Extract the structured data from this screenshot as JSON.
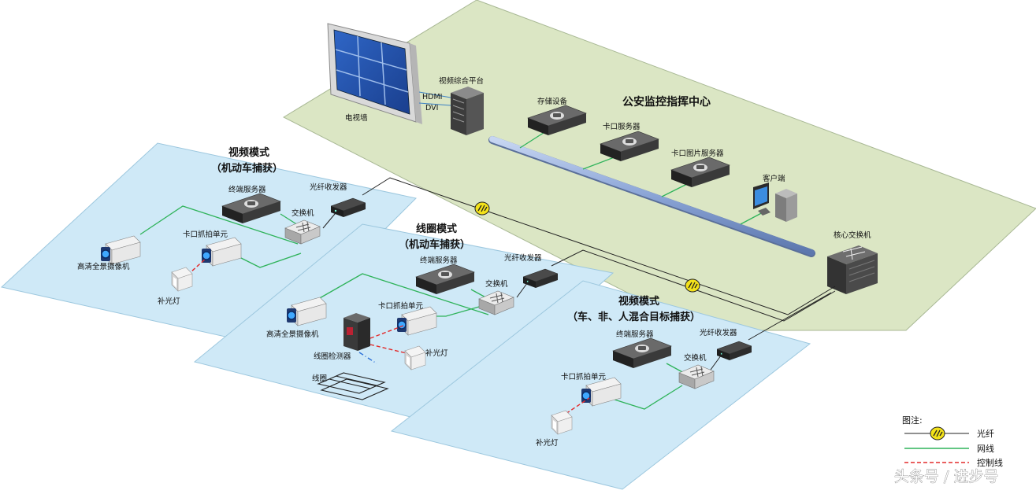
{
  "center": {
    "title": "公安监控指挥中心",
    "tv_wall": "电视墙",
    "video_platform": "视频综合平台",
    "hdmi": "HDMI",
    "dvi": "DVI",
    "storage": "存储设备",
    "checkpoint_server": "卡口服务器",
    "image_server": "卡口图片服务器",
    "client": "客户端",
    "core_switch": "核心交换机"
  },
  "zone_left": {
    "title": "视频模式",
    "subtitle": "（机动车捕获）",
    "terminal_server": "终端服务器",
    "transceiver": "光纤收发器",
    "switch": "交换机",
    "capture_unit": "卡口抓拍单元",
    "pano_camera": "高清全景摄像机",
    "fill_light": "补光灯"
  },
  "zone_mid": {
    "title": "线圈模式",
    "subtitle": "（机动车捕获）",
    "terminal_server": "终端服务器",
    "transceiver": "光纤收发器",
    "switch": "交换机",
    "capture_unit": "卡口抓拍单元",
    "pano_camera": "高清全景摄像机",
    "loop_detector": "线圈检测器",
    "loop": "线圈",
    "fill_light": "补光灯"
  },
  "zone_right": {
    "title": "视频模式",
    "subtitle": "（车、非、人混合目标捕获）",
    "terminal_server": "终端服务器",
    "transceiver": "光纤收发器",
    "switch": "交换机",
    "capture_unit": "卡口抓拍单元",
    "fill_light": "补光灯"
  },
  "legend": {
    "title": "图注:",
    "fiber": "光纤",
    "network": "网线",
    "control": "控制线"
  },
  "watermark": "头条号 / 进步号",
  "colors": {
    "center_fill": "#dbe6c4",
    "zone_fill": "#cfe9f7",
    "network_line": "#2fb35a",
    "control_line": "#e32b2b",
    "fiber_line": "#222222",
    "fiber_marker": "#f3e21a"
  },
  "icons": {
    "tv_wall": "tv-wall-icon",
    "server": "server-icon",
    "switch": "switch-icon",
    "transceiver": "transceiver-icon",
    "camera": "camera-icon",
    "fill_light": "fill-light-icon",
    "client": "computer-icon",
    "core_switch": "core-switch-icon",
    "loop_detector": "loop-detector-icon",
    "fiber_marker": "fiber-marker-icon"
  }
}
